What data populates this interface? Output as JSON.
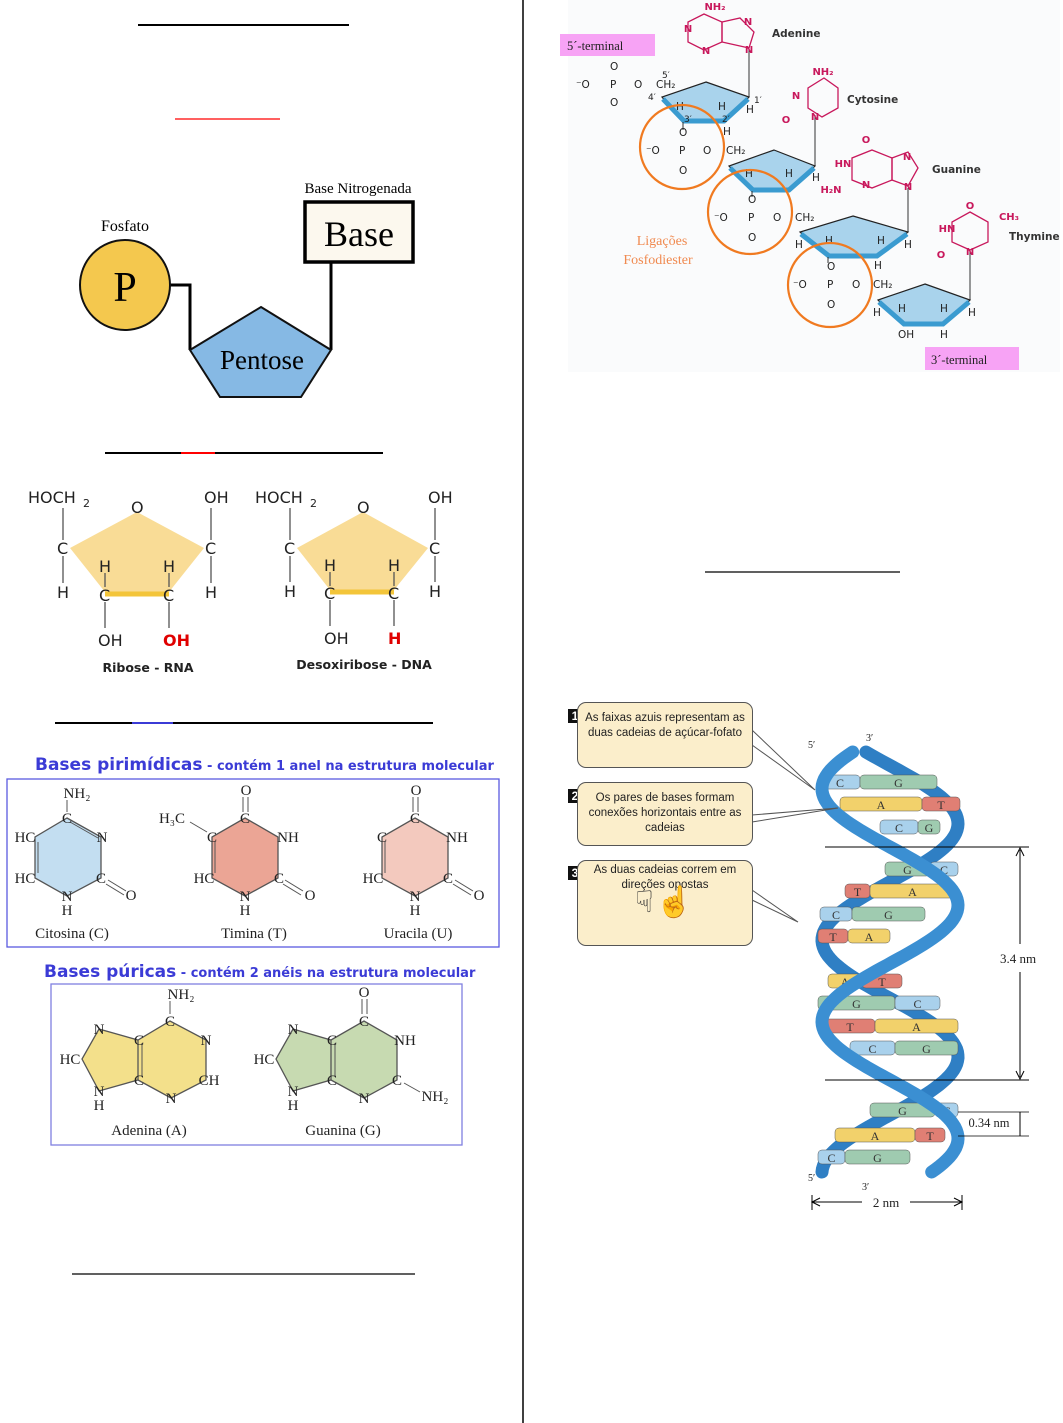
{
  "nucleotide": {
    "phosphate_label": "Fosfato",
    "phosphate_symbol": "P",
    "base_label": "Base Nitrogenada",
    "base_text": "Base",
    "sugar_text": "Pentose"
  },
  "sugars": {
    "ribose": {
      "hoch2": "HOCH",
      "sub2": "2",
      "o": "O",
      "oh_top": "OH",
      "c": "C",
      "h": "H",
      "oh_bottom": "OH",
      "oh_red": "OH",
      "caption": "Ribose  -  RNA"
    },
    "deoxyribose": {
      "hoch2": "HOCH",
      "sub2": "2",
      "o": "O",
      "oh_top": "OH",
      "c": "C",
      "h": "H",
      "oh_bottom": "OH",
      "h_red": "H",
      "caption": "Desoxiribose  -  DNA"
    }
  },
  "pyrimidines": {
    "heading": "Bases pirimídicas",
    "subheading": " -  contém 1 anel na estrutura molecular",
    "cytosine": {
      "atoms": [
        "NH₂",
        "C",
        "HC",
        "N",
        "HC",
        "C",
        "O",
        "N",
        "H"
      ],
      "caption": "Citosina (C)"
    },
    "thymine": {
      "atoms": [
        "O",
        "C",
        "H₃C",
        "C",
        "NH",
        "HC",
        "C",
        "O",
        "N",
        "H"
      ],
      "caption": "Timina (T)"
    },
    "uracil": {
      "atoms": [
        "O",
        "C",
        "C",
        "NH",
        "HC",
        "C",
        "O",
        "N",
        "H"
      ],
      "caption": "Uracila (U)"
    }
  },
  "purines": {
    "heading": "Bases púricas",
    "subheading": " -  contém 2 anéis na estrutura molecular",
    "adenine": {
      "atoms": [
        "NH₂",
        "C",
        "N",
        "C",
        "N",
        "HC",
        "C",
        "N",
        "H",
        "N",
        "CH"
      ],
      "caption": "Adenina (A)"
    },
    "guanine": {
      "atoms": [
        "O",
        "C",
        "N",
        "C",
        "NH",
        "HC",
        "C",
        "N",
        "H",
        "N",
        "C",
        "NH₂"
      ],
      "caption": "Guanina (G)"
    }
  },
  "chain": {
    "five_prime": "5´-terminal",
    "three_prime": "3´-terminal",
    "bases": [
      "Adenine",
      "Cytosine",
      "Guanine",
      "Thymine"
    ],
    "bond_label_1": "Ligações",
    "bond_label_2": "Fosfodiester",
    "phosphate": {
      "o_minus": "⁻O",
      "p": "P",
      "o": "O",
      "ch2": "CH₂"
    },
    "positions": [
      "5′",
      "4′",
      "3′",
      "2′",
      "1′"
    ],
    "h": "H",
    "oh": "OH",
    "base_atoms": {
      "nh2": "NH₂",
      "n": "N",
      "hn": "HN",
      "o": "O",
      "ch3": "CH₃",
      "h2n": "H₂N"
    }
  },
  "helix": {
    "callouts": [
      {
        "number": "1",
        "text": "As faixas azuis representam as duas cadeias de açúcar-fofato"
      },
      {
        "number": "2",
        "text": "Os pares de bases formam conexões horizontais entre as cadeias"
      },
      {
        "number": "3",
        "text": "As duas cadeias correm em direções opostas",
        "icon": "☟☝"
      }
    ],
    "base_pairs": [
      [
        "C",
        "G"
      ],
      [
        "A",
        "T"
      ],
      [
        "C",
        "G"
      ],
      [
        "G",
        "C"
      ],
      [
        "T",
        "A"
      ],
      [
        "C",
        "G"
      ],
      [
        "T",
        "A"
      ],
      [
        "A",
        "T"
      ],
      [
        "G",
        "C"
      ],
      [
        "T",
        "A"
      ],
      [
        "C",
        "G"
      ],
      [
        "G",
        "C"
      ],
      [
        "A",
        "T"
      ],
      [
        "C",
        "G"
      ]
    ],
    "pitch_label": "3.4 nm",
    "rise_label": "0.34 nm",
    "width_label": "2 nm",
    "end_labels": {
      "top_left": "5′",
      "top_right": "3′",
      "bottom_left": "5′",
      "bottom_right": "3′"
    }
  },
  "colors": {
    "A": "#f2d16b",
    "T": "#e07f74",
    "C": "#a9d1ec",
    "G": "#9fcbb0",
    "strand": "#3b8fd2",
    "heading_blue": "#3b3bd6",
    "orange": "#f07a20",
    "magenta": "#c8185c",
    "pink_box": "#f7a3f5"
  }
}
